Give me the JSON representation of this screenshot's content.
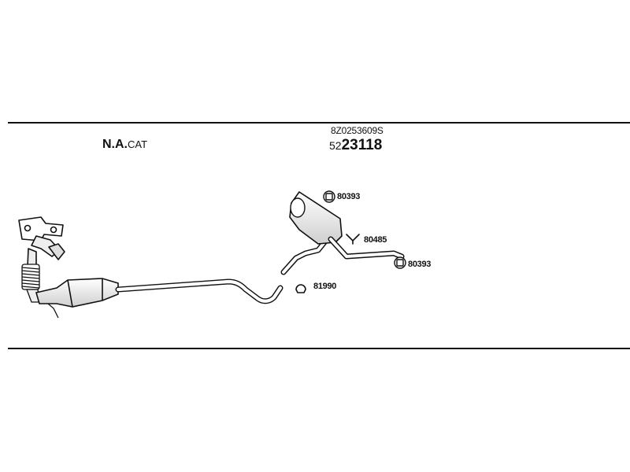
{
  "header": {
    "system_type": {
      "main": "N.A.",
      "suffix": "CAT"
    },
    "oe_number": "8Z0253609S",
    "set_number": {
      "prefix": "52",
      "main": "23118"
    }
  },
  "parts": [
    {
      "id": "clamp-top",
      "number": "80393",
      "icon": "clamp-icon"
    },
    {
      "id": "hanger",
      "number": "80485",
      "icon": "hanger-icon"
    },
    {
      "id": "clamp-tail",
      "number": "80393",
      "icon": "clamp-icon"
    },
    {
      "id": "gasket",
      "number": "81990",
      "icon": "gasket-ring-icon"
    }
  ],
  "colors": {
    "line": "#111111",
    "fill": "#f2f2f2",
    "shade": "#bbbbbb"
  }
}
